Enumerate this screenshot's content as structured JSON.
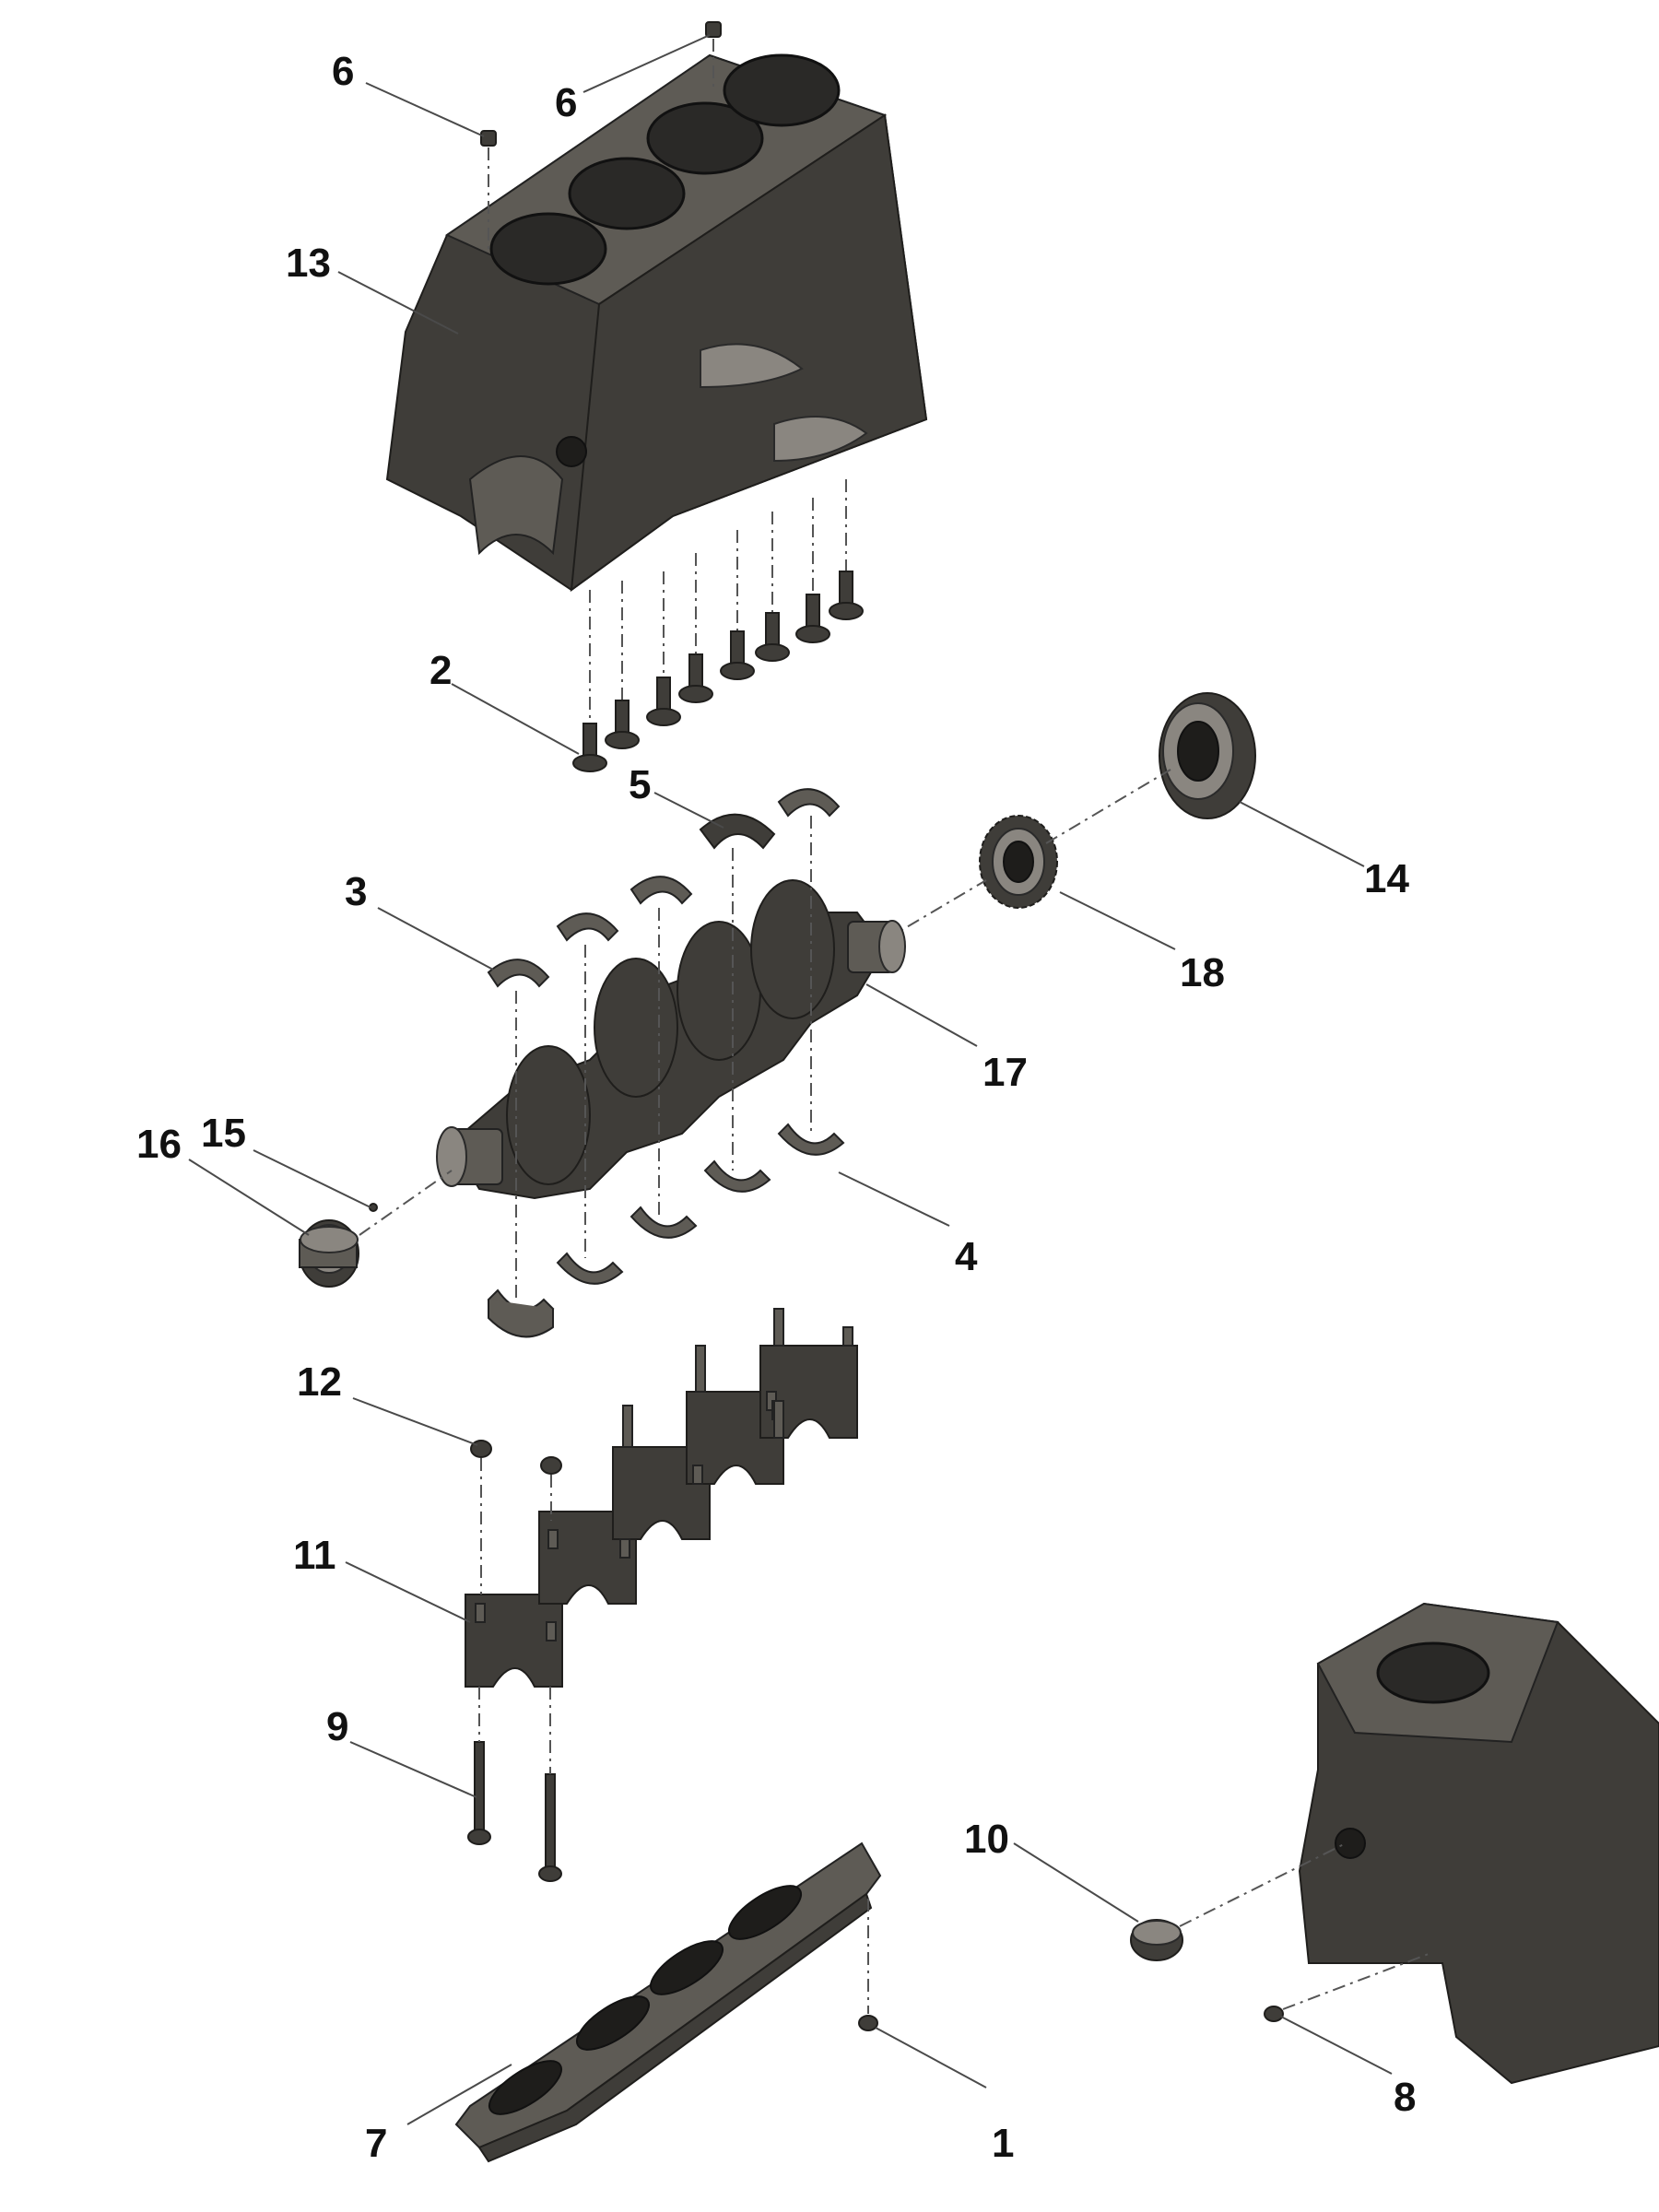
{
  "callouts": {
    "c6a": "6",
    "c6b": "6",
    "c13": "13",
    "c2": "2",
    "c5": "5",
    "c14": "14",
    "c3": "3",
    "c18": "18",
    "c17": "17",
    "c16": "16",
    "c15": "15",
    "c4": "4",
    "c12": "12",
    "c11": "11",
    "c9": "9",
    "c10": "10",
    "c8": "8",
    "c7": "7",
    "c1": "1"
  },
  "colors": {
    "casting": "#3f3d39",
    "casting_light": "#8a8680",
    "leader": "#4a4a4a"
  }
}
